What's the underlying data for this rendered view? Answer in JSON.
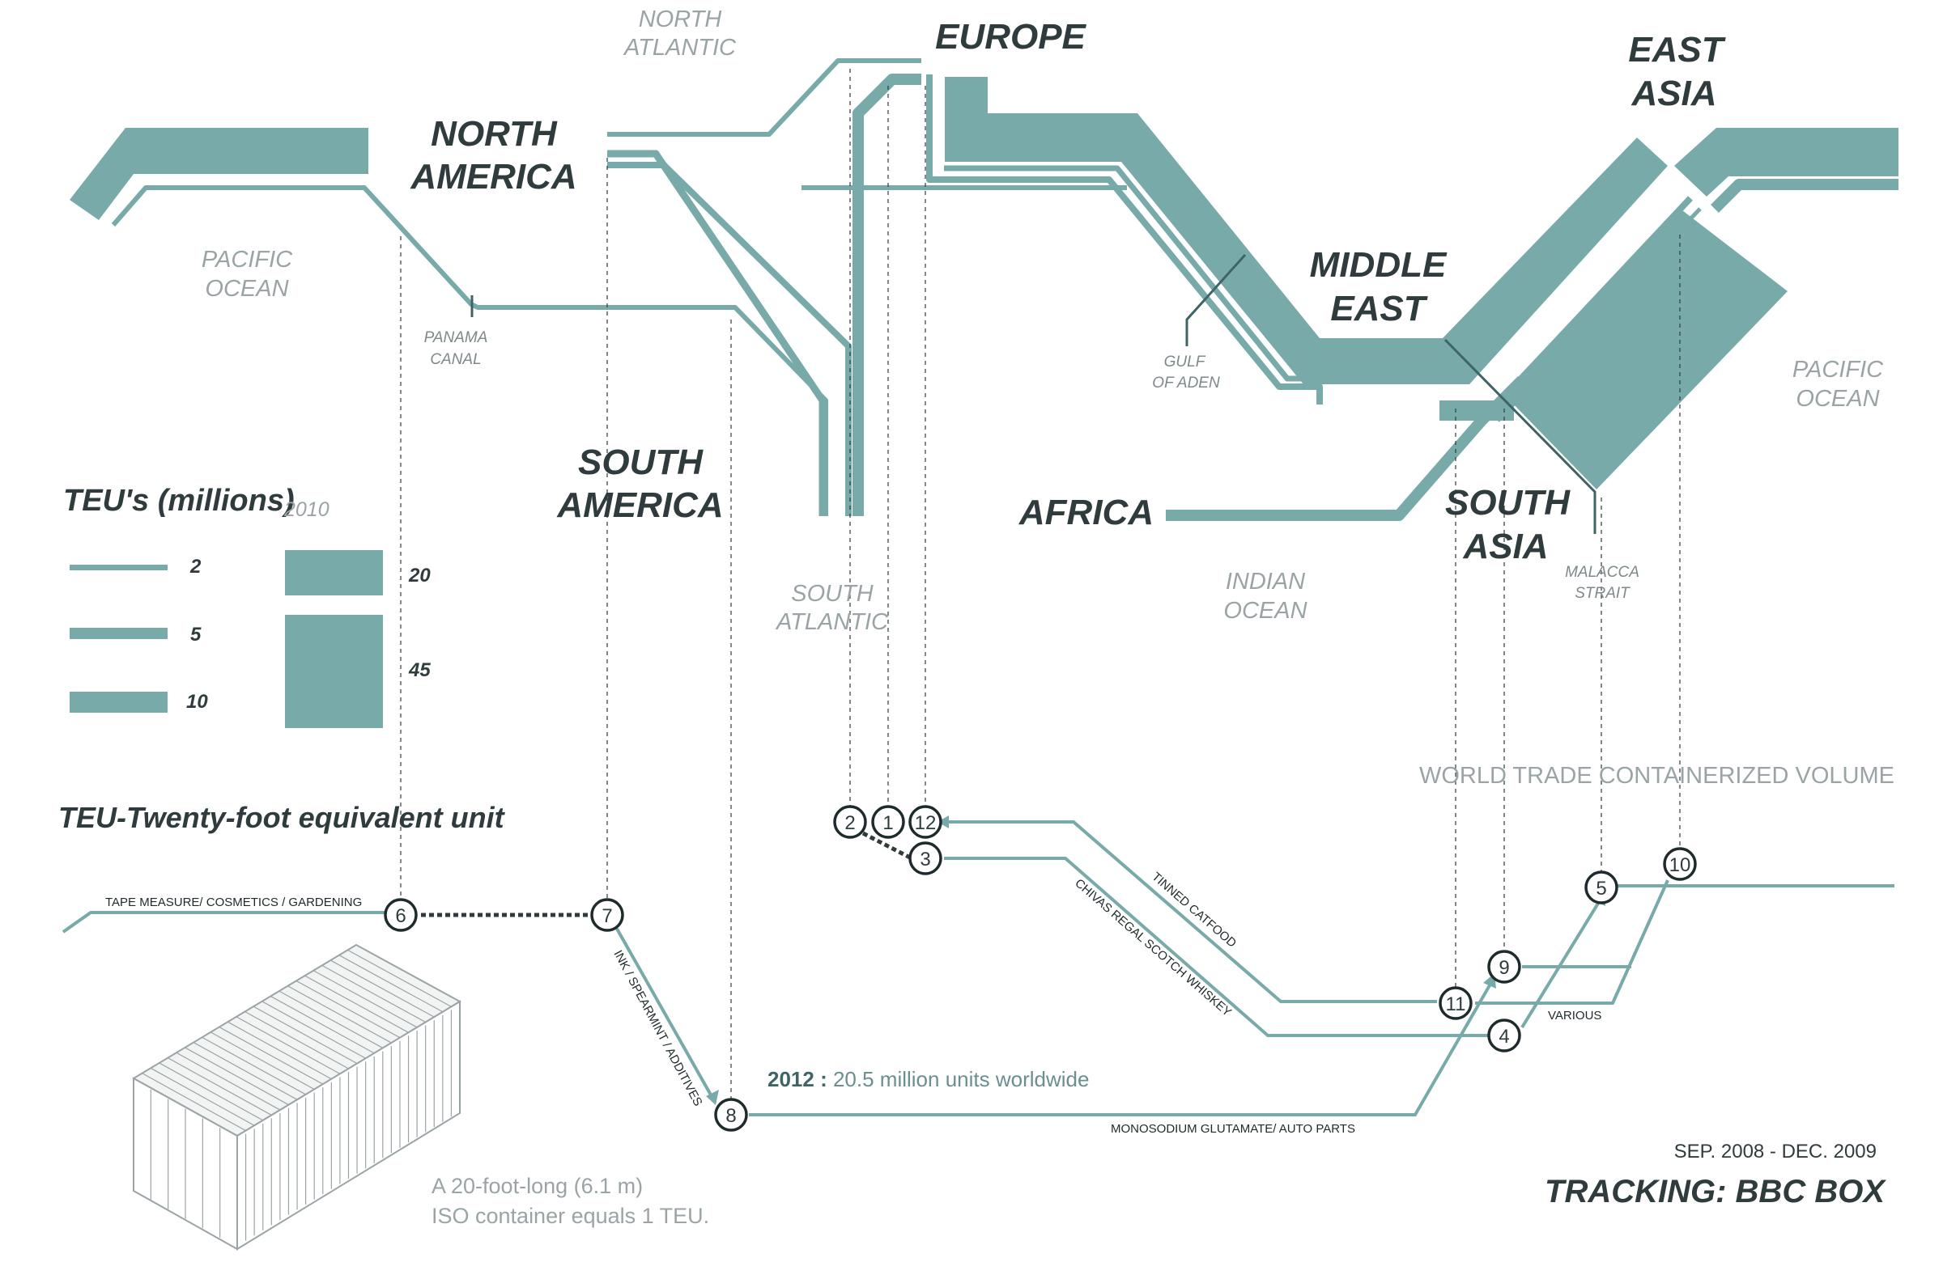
{
  "regions": {
    "north_america_1": "NORTH",
    "north_america_2": "AMERICA",
    "south_america_1": "SOUTH",
    "south_america_2": "AMERICA",
    "europe": "EUROPE",
    "east_asia_1": "EAST",
    "east_asia_2": "ASIA",
    "middle_east_1": "MIDDLE",
    "middle_east_2": "EAST",
    "africa": "AFRICA",
    "south_asia_1": "SOUTH",
    "south_asia_2": "ASIA"
  },
  "oceans": {
    "pacific_west_1": "PACIFIC",
    "pacific_west_2": "OCEAN",
    "north_atlantic_1": "NORTH",
    "north_atlantic_2": "ATLANTIC",
    "south_atlantic_1": "SOUTH",
    "south_atlantic_2": "ATLANTIC",
    "indian_1": "INDIAN",
    "indian_2": "OCEAN",
    "pacific_east_1": "PACIFIC",
    "pacific_east_2": "OCEAN"
  },
  "places": {
    "panama_1": "PANAMA",
    "panama_2": "CANAL",
    "aden_1": "GULF",
    "aden_2": "OF ADEN",
    "malacca_1": "MALACCA",
    "malacca_2": "STRAIT"
  },
  "legend": {
    "title": "TEU's (millions)",
    "year": "2010",
    "line_values": [
      "2",
      "5",
      "10"
    ],
    "block_values": [
      "20",
      "45"
    ],
    "definition": "TEU-Twenty-foot equivalent unit"
  },
  "route_labels": {
    "tape_measure": "TAPE MEASURE/ COSMETICS / GARDENING",
    "ink": "INK / SPEARMINT / ADDITIVES",
    "msg": "MONOSODIUM GLUTAMATE/ AUTO PARTS",
    "catfood": "TINNED CATFOOD",
    "whiskey": "CHIVAS REGAL SCOTCH WHISKEY",
    "various": "VARIOUS"
  },
  "stops": [
    "1",
    "2",
    "3",
    "4",
    "5",
    "6",
    "7",
    "8",
    "9",
    "10",
    "11",
    "12"
  ],
  "stats": {
    "year": "2012 :",
    "text": " 20.5 million units worldwide"
  },
  "world_trade": "WORLD TRADE CONTAINERIZED VOLUME",
  "container": {
    "caption_1": "A 20-foot-long (6.1 m)",
    "caption_2": "ISO container equals 1 TEU."
  },
  "dates": "SEP. 2008 - DEC. 2009",
  "tracking": "TRACKING: BBC BOX",
  "colors": {
    "route": "#77aaa9",
    "ink": "#2f3b3d",
    "muted": "#9aa4a6"
  }
}
